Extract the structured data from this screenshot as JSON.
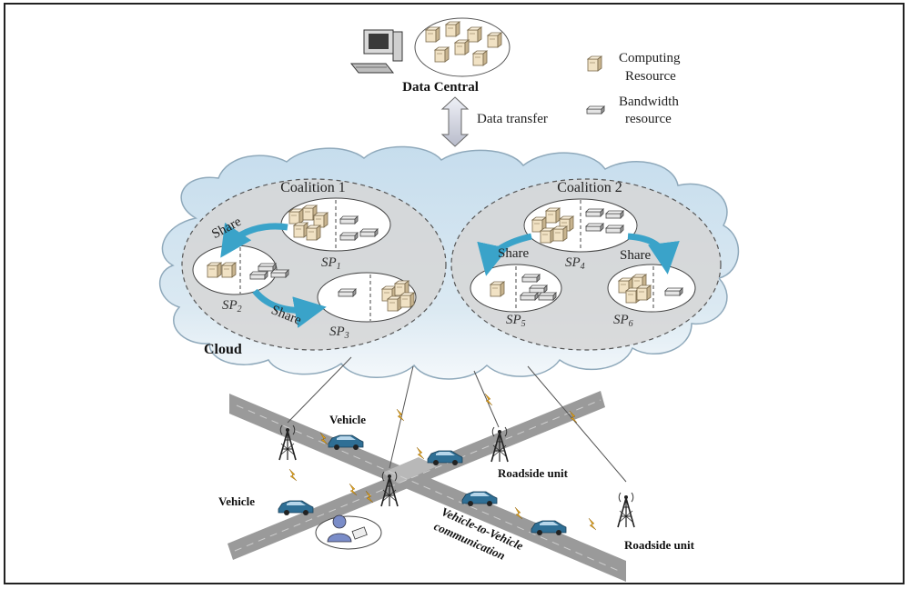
{
  "header": {
    "data_central": "Data Central",
    "data_transfer": "Data transfer"
  },
  "legend": {
    "computing_line1": "Computing",
    "computing_line2": "Resource",
    "bandwidth_line1": "Bandwidth",
    "bandwidth_line2": "resource"
  },
  "cloud": {
    "label": "Cloud",
    "coalition1": "Coalition 1",
    "coalition2": "Coalition 2",
    "share": "Share",
    "sp1": "SP",
    "sp1_sub": "1",
    "sp2": "SP",
    "sp2_sub": "2",
    "sp3": "SP",
    "sp3_sub": "3",
    "sp4": "SP",
    "sp4_sub": "4",
    "sp5": "SP",
    "sp5_sub": "5",
    "sp6": "SP",
    "sp6_sub": "6"
  },
  "road": {
    "vehicle": "Vehicle",
    "roadside_unit": "Roadside unit",
    "v2v_line1": "Vehicle-to-Vehicle",
    "v2v_line2": "communication"
  },
  "colors": {
    "arrow": "#3aa3c9",
    "cloud_fill": "#c9dfec",
    "coalition_fill": "#d8d8d8",
    "road": "#9a9a9a"
  }
}
